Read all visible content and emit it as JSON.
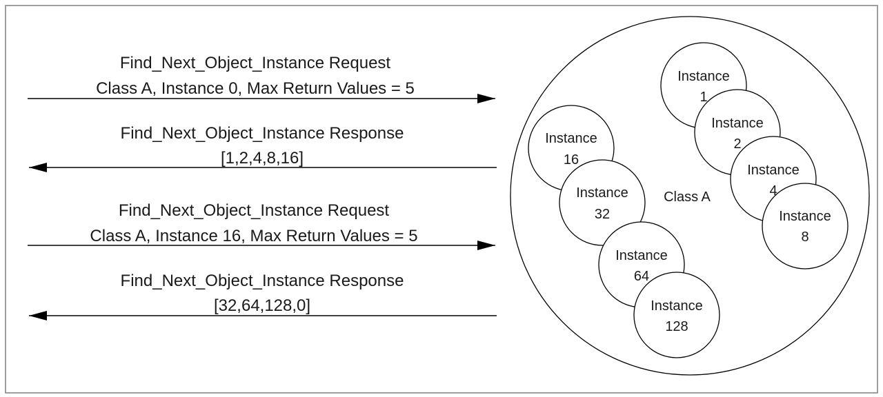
{
  "messages": [
    {
      "line1": "Find_Next_Object_Instance Request",
      "line2": "Class A, Instance 0, Max Return Values = 5",
      "direction": "right"
    },
    {
      "line1": "Find_Next_Object_Instance Response",
      "line2": "[1,2,4,8,16]",
      "direction": "left"
    },
    {
      "line1": "Find_Next_Object_Instance Request",
      "line2": "Class A, Instance 16, Max Return Values = 5",
      "direction": "right"
    },
    {
      "line1": "Find_Next_Object_Instance Response",
      "line2": "[32,64,128,0]",
      "direction": "left"
    }
  ],
  "class_container": {
    "label": "Class A"
  },
  "instances": [
    {
      "word": "Instance",
      "number": "1"
    },
    {
      "word": "Instance",
      "number": "2"
    },
    {
      "word": "Instance",
      "number": "4"
    },
    {
      "word": "Instance",
      "number": "8"
    },
    {
      "word": "Instance",
      "number": "16"
    },
    {
      "word": "Instance",
      "number": "32"
    },
    {
      "word": "Instance",
      "number": "64"
    },
    {
      "word": "Instance",
      "number": "128"
    }
  ],
  "colors": {
    "stroke": "#000000",
    "frame": "#7f7f7f",
    "text": "#1a1a1a",
    "fill": "#ffffff"
  }
}
